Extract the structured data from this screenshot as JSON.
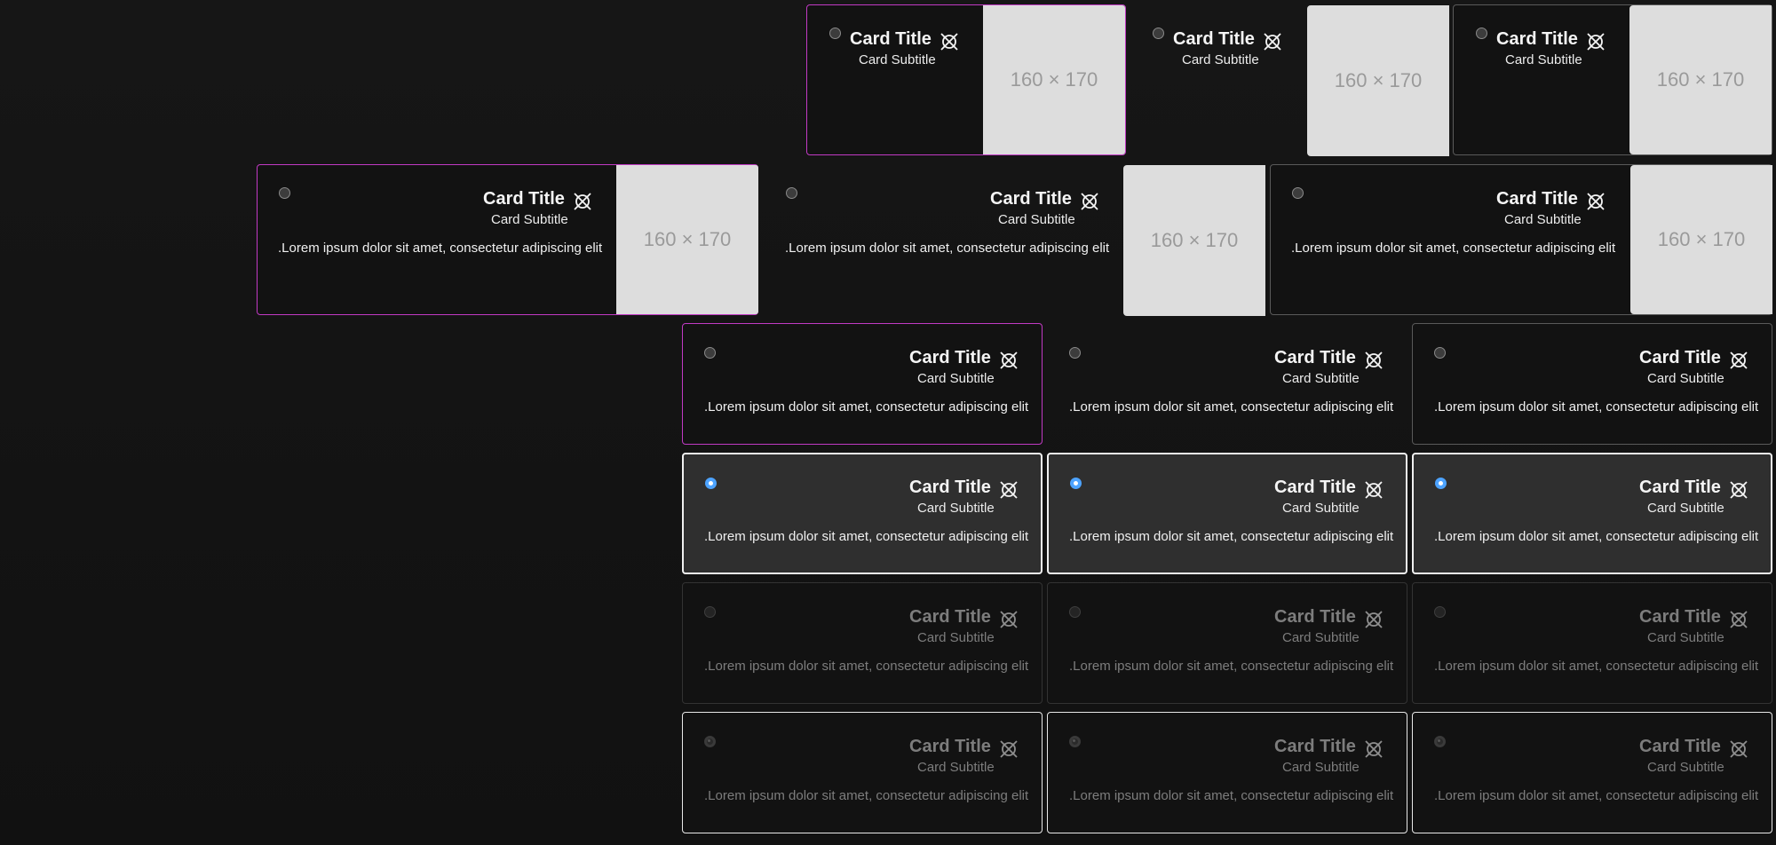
{
  "card": {
    "title": "Card Title",
    "subtitle": "Card Subtitle",
    "body": ".Lorem ipsum dolor sit amet, consectetur adipiscing elit",
    "media_label": "160 × 170"
  },
  "icons": {
    "card_icon": "crossed-circle-icon"
  },
  "colors": {
    "focus_border": "#c13ac4",
    "selected_radio": "#4da3ff",
    "media_bg": "#dddddd"
  }
}
